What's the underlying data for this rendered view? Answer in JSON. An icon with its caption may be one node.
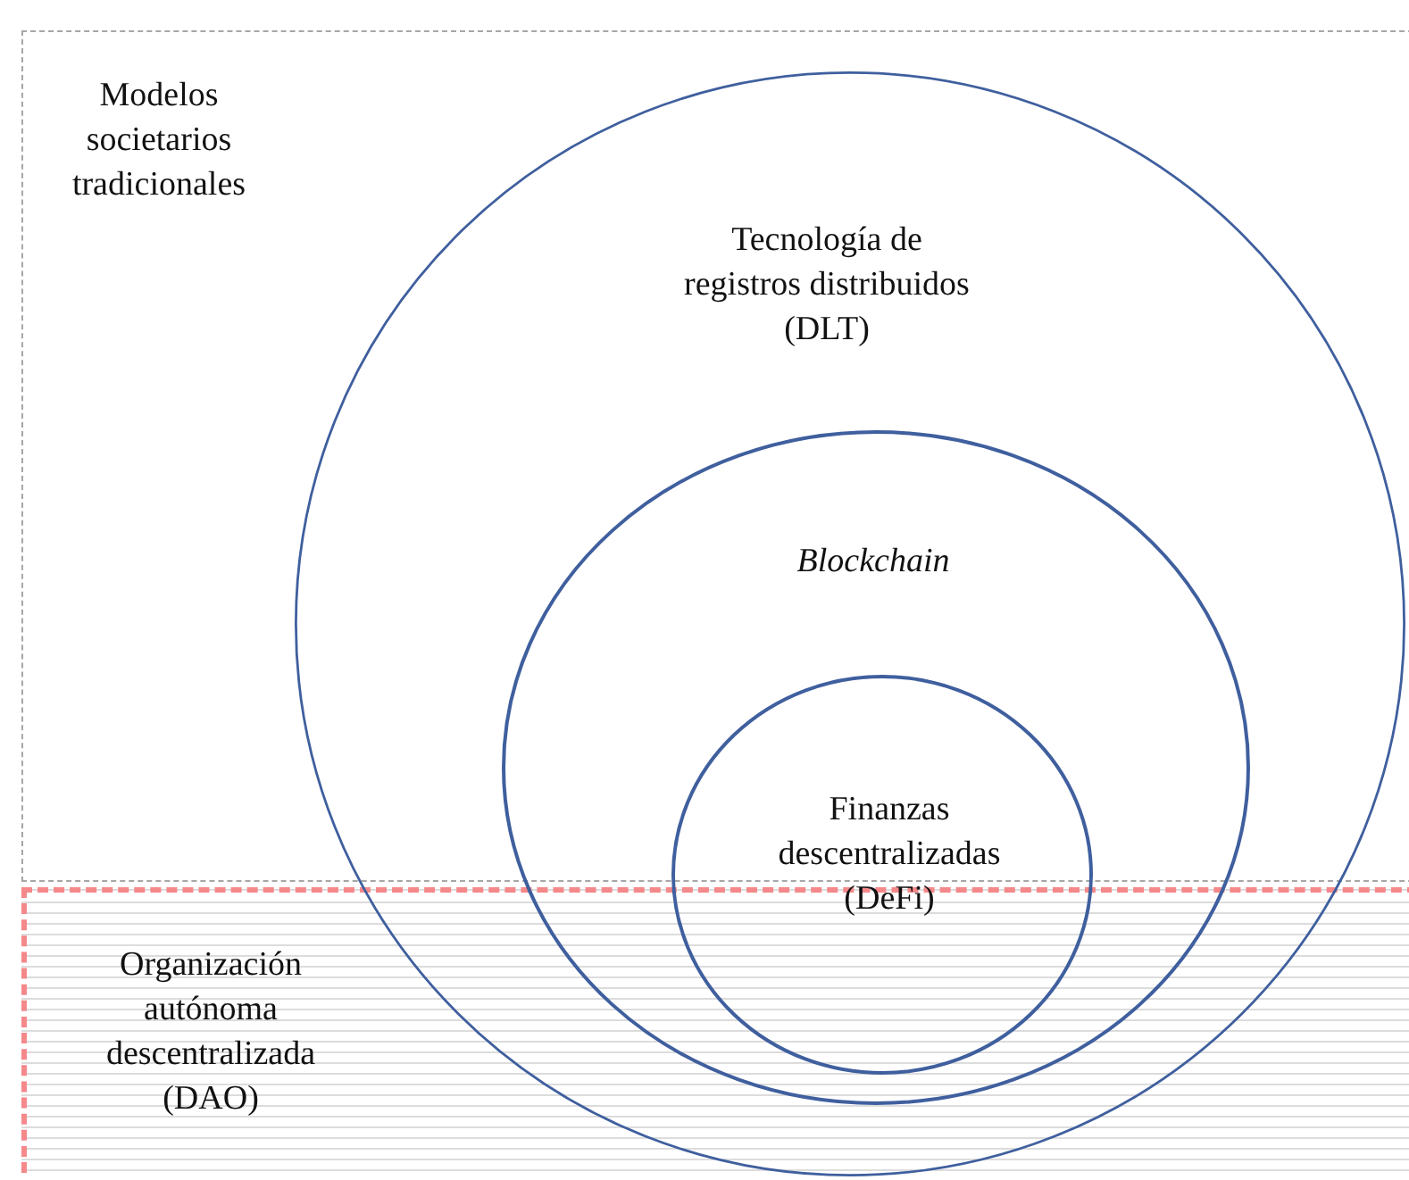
{
  "diagram": {
    "nodes": [
      {
        "text": [
          "Modelos societarios tradicionales"
        ]
      },
      {
        "text": [
          "Organización autónoma descentralizada (DAO)"
        ]
      },
      {
        "text": [
          "Tecnología de registros distribuidos (DLT)"
        ]
      },
      {
        "text": [
          "Blockchain"
        ],
        "in": 2
      },
      {
        "text": [
          "Finanzas descentralizadas (DeFi)"
        ],
        "in": 3
      }
    ]
  }
}
